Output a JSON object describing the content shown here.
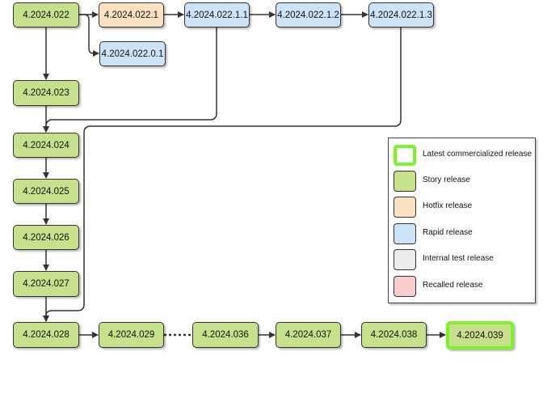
{
  "nodes": {
    "n022": "4.2024.022",
    "n0221": "4.2024.022.1",
    "n02201": "4.2024.022.0.1",
    "n02211": "4.2024.022.1.1",
    "n02212": "4.2024.022.1.2",
    "n02213": "4.2024.022.1.3",
    "n023": "4.2024.023",
    "n024": "4.2024.024",
    "n025": "4.2024.025",
    "n026": "4.2024.026",
    "n027": "4.2024.027",
    "n028": "4.2024.028",
    "n029": "4.2024.029",
    "n036": "4.2024.036",
    "n037": "4.2024.037",
    "n038": "4.2024.038",
    "n039": "4.2024.039"
  },
  "legend": {
    "latest": "Latest commercialized release",
    "story": "Story release",
    "hotfix": "Hotfix release",
    "rapid": "Rapid release",
    "internal": "Internal test release",
    "recalled": "Recalled release"
  },
  "colors": {
    "story": "#c7e08c",
    "hotfix": "#fde1c3",
    "rapid": "#cde3f8",
    "internal": "#ebebeb",
    "recalled": "#f8cecc",
    "latest_border": "#7ef22c"
  }
}
